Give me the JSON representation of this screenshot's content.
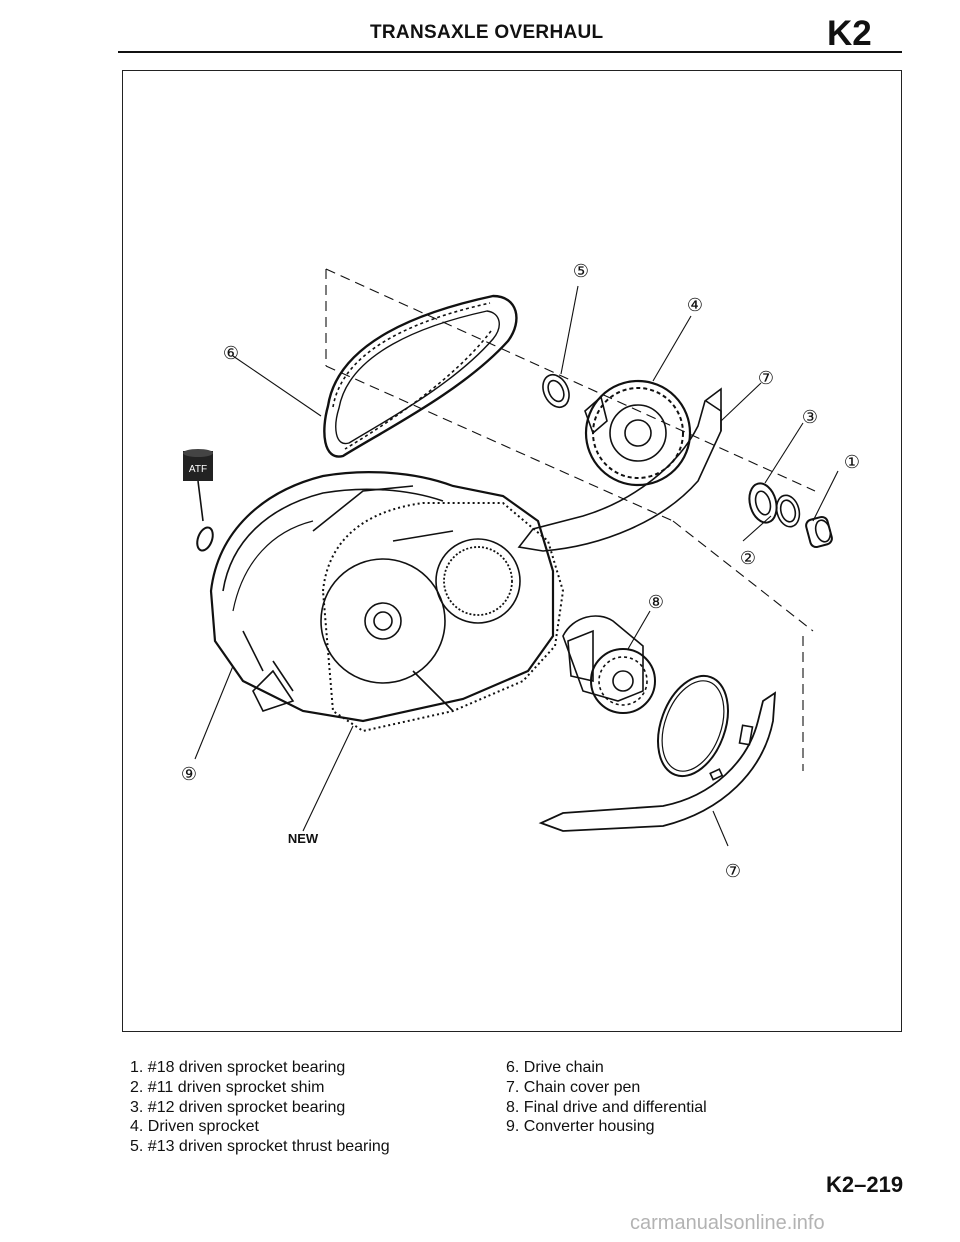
{
  "header": {
    "title": "TRANSAXLE OVERHAUL",
    "section": "K2"
  },
  "figure": {
    "callouts": {
      "c1": "①",
      "c2": "②",
      "c3": "③",
      "c4": "④",
      "c5": "⑤",
      "c6": "⑥",
      "c7a": "⑦",
      "c7b": "⑦",
      "c8": "⑧",
      "c9": "⑨"
    },
    "atf_label": "ATF",
    "new_label": "NEW"
  },
  "legend": {
    "left": [
      "1.  #18 driven sprocket bearing",
      "2.  #11 driven sprocket shim",
      "3.  #12 driven sprocket bearing",
      "4.  Driven sprocket",
      "5.  #13 driven sprocket thrust bearing"
    ],
    "right": [
      "6.  Drive chain",
      "7.  Chain cover pen",
      "8.  Final drive and differential",
      "9.  Converter housing"
    ]
  },
  "footer": {
    "page_number": "K2–219",
    "watermark": "carmanualsonline.info"
  }
}
